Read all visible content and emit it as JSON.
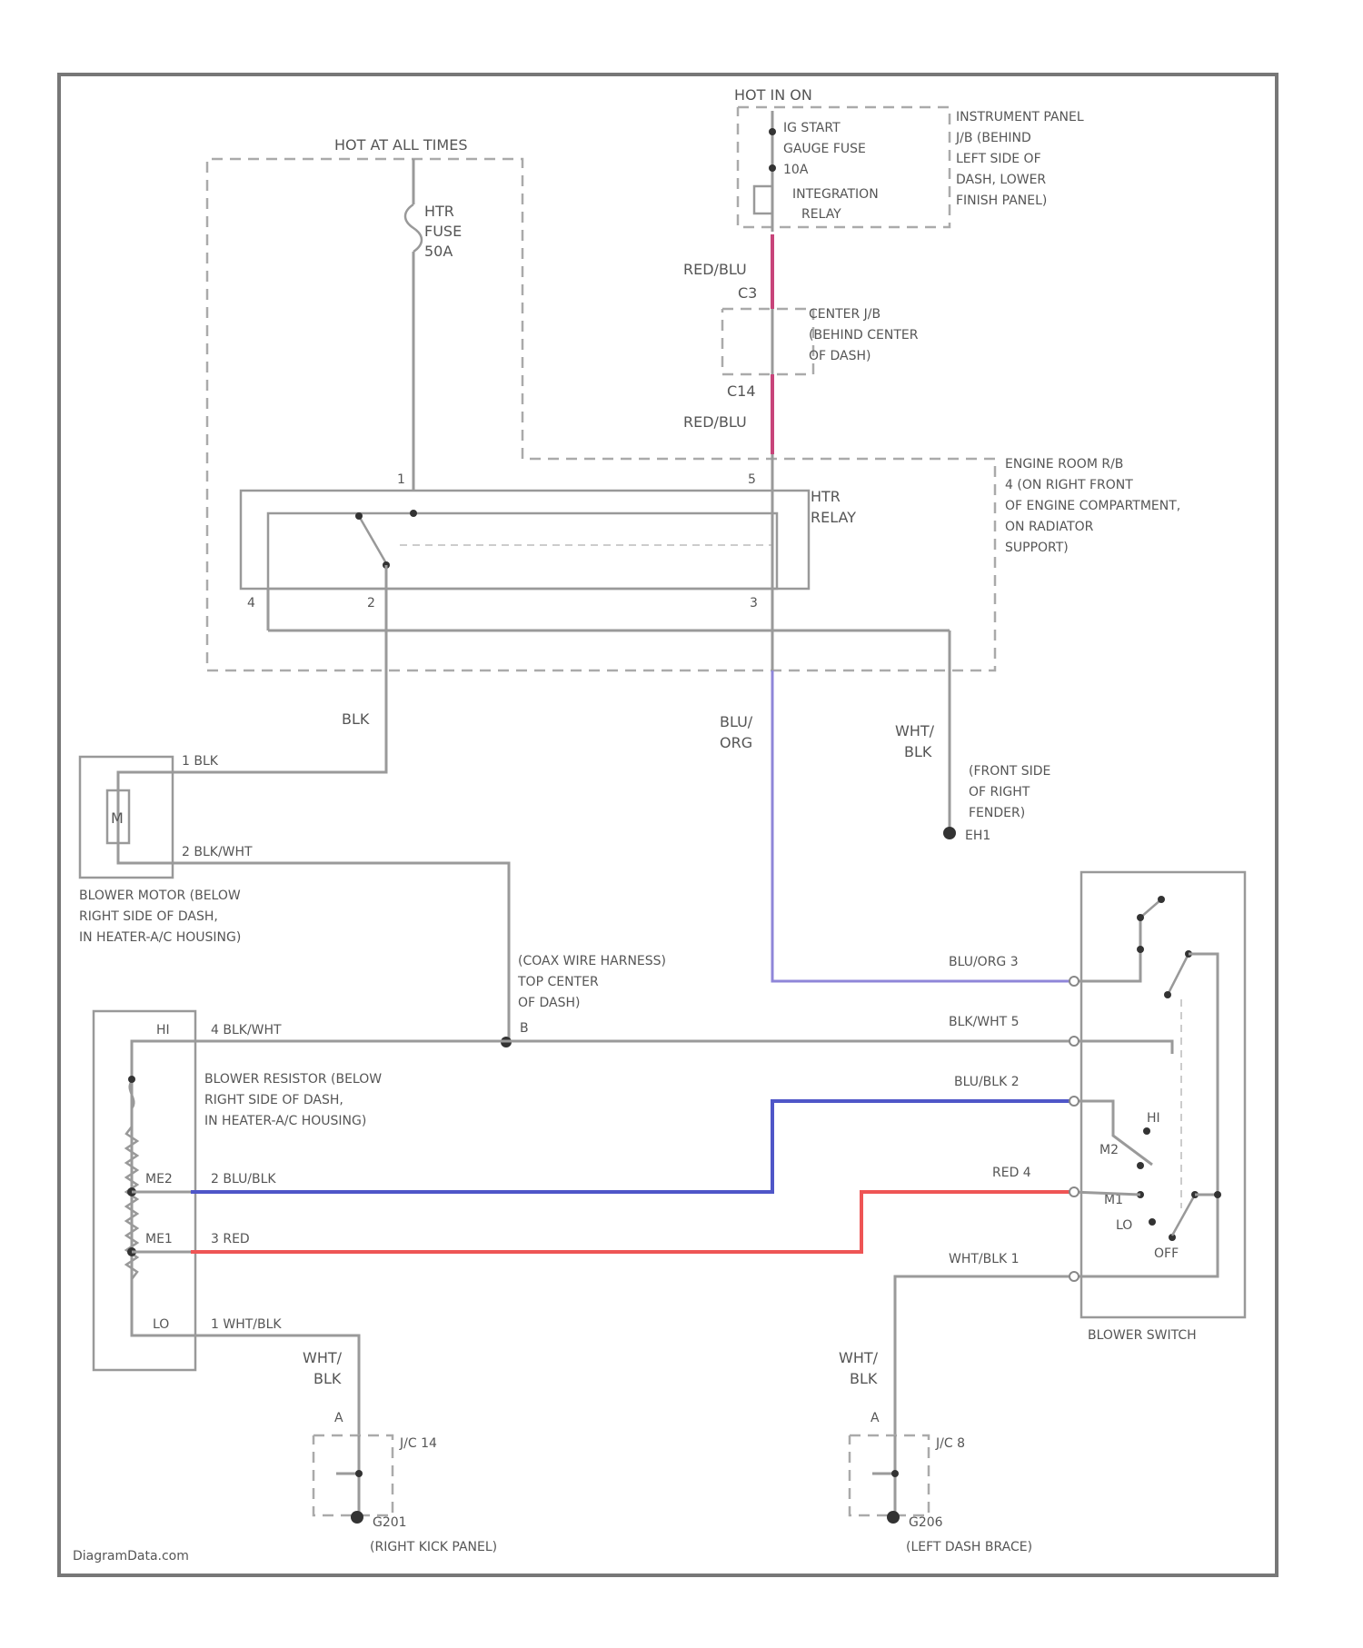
{
  "colors": {
    "wire_gray": "#9a9a9a",
    "wire_red_blu": "#c8447a",
    "wire_blu_org": "#8f86d8",
    "wire_blu_blk": "#4f56c8",
    "wire_red": "#ee5555",
    "frame": "#777777"
  },
  "labels": {
    "hot_run": "HOT IN ON",
    "ign_fuse": [
      "IG START",
      "GAUGE FUSE",
      "10A"
    ],
    "integration_relay": [
      "INTEGRATION",
      "RELAY"
    ],
    "ip_jb": [
      "INSTRUMENT PANEL",
      "J/B (BEHIND",
      "LEFT SIDE OF",
      "DASH, LOWER",
      "FINISH PANEL)"
    ],
    "hot_all_times": "HOT AT ALL TIMES",
    "htr_fuse": [
      "HTR",
      "FUSE",
      "50A"
    ],
    "wire_red_blu_1": "RED/BLU",
    "pin_c3": "C3",
    "center_jb": [
      "CENTER J/B",
      "(BEHIND CENTER",
      "OF DASH)"
    ],
    "pin_c14": "C14",
    "wire_red_blu_2": "RED/BLU",
    "engine_rb": [
      "ENGINE ROOM R/B",
      "4 (ON RIGHT FRONT",
      "OF ENGINE COMPARTMENT,",
      "ON RADIATOR",
      "SUPPORT)"
    ],
    "htr_relay": [
      "HTR",
      "RELAY"
    ],
    "relay_pin_1": "1",
    "relay_pin_5": "5",
    "relay_pin_4": "4",
    "relay_pin_2": "2",
    "relay_pin_3": "3",
    "wire_blk": "BLK",
    "wire_blu_org_v": [
      "BLU/",
      "ORG"
    ],
    "wire_wht_blk_v": [
      "WHT/",
      "BLK"
    ],
    "ground_front": [
      "(FRONT SIDE",
      "OF RIGHT",
      "FENDER)"
    ],
    "ground_front_id": "EH1",
    "motor_pin1": "1  BLK",
    "motor_pin2": "2  BLK/WHT",
    "motor_symbol": "M",
    "blower_motor": [
      "BLOWER MOTOR (BELOW",
      "RIGHT SIDE OF DASH,",
      "IN HEATER-A/C HOUSING)"
    ],
    "coax_harness": [
      "(COAX WIRE HARNESS)",
      "TOP CENTER",
      "OF DASH)"
    ],
    "splice_b": "B",
    "res_hi": "HI",
    "res_pin4": "4  BLK/WHT",
    "blower_resistor": [
      "BLOWER RESISTOR (BELOW",
      "RIGHT SIDE OF DASH,",
      "IN HEATER-A/C HOUSING)"
    ],
    "res_me2": "ME2",
    "res_pin2": "2  BLU/BLK",
    "res_me1": "ME1",
    "res_pin3": "3  RED",
    "res_lo": "LO",
    "res_pin1": "1  WHT/BLK",
    "sw_pin3": "BLU/ORG   3",
    "sw_pin5": "BLK/WHT   5",
    "sw_pin2": "BLU/BLK   2",
    "sw_pin4": "RED   4",
    "sw_pin1": "WHT/BLK   1",
    "sw_hi": "HI",
    "sw_m2": "M2",
    "sw_m1": "M1",
    "sw_lo": "LO",
    "sw_off": "OFF",
    "blower_switch": "BLOWER SWITCH",
    "left_gnd_wire": [
      "WHT/",
      "BLK"
    ],
    "left_jc": "J/C 14",
    "left_jc_pin": "A",
    "left_gnd_id": "G201",
    "left_gnd_loc": "(RIGHT KICK PANEL)",
    "right_gnd_wire": [
      "WHT/",
      "BLK"
    ],
    "right_jc": "J/C 8",
    "right_jc_pin": "A",
    "right_gnd_id": "G206",
    "right_gnd_loc": "(LEFT DASH BRACE)",
    "watermark": "DiagramData.com"
  }
}
